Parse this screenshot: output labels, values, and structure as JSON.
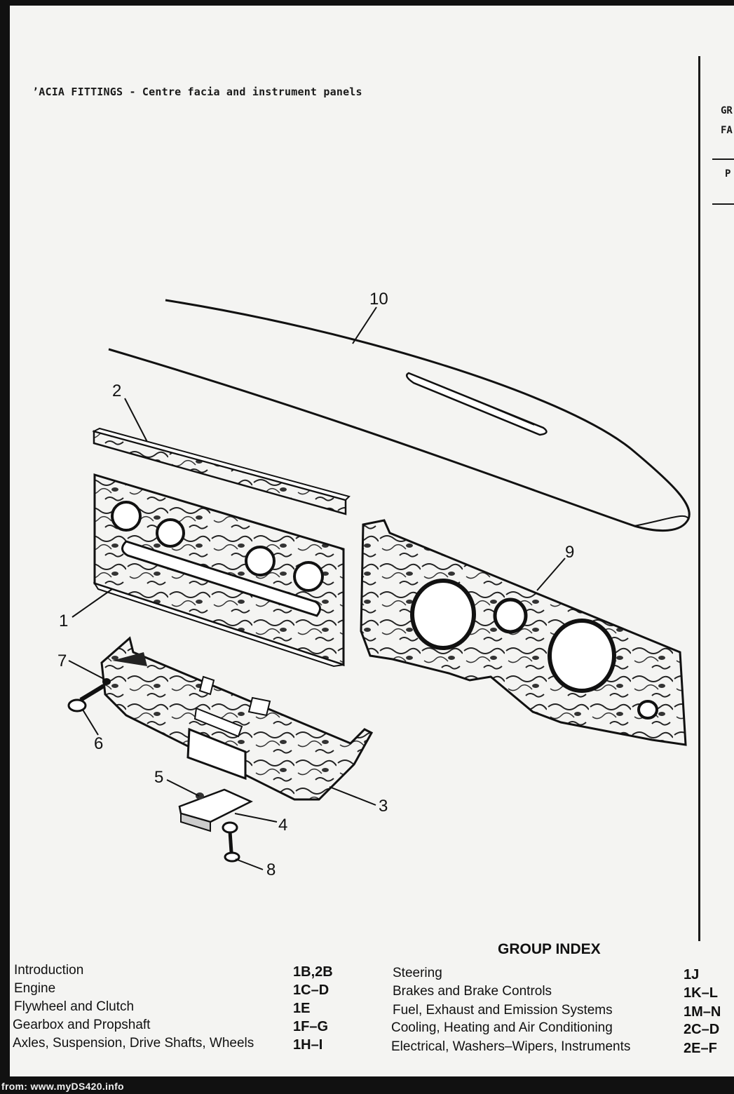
{
  "header": {
    "title": "’ACIA FITTINGS - Centre facia and instrument panels"
  },
  "right_fragments": {
    "line1": "GR",
    "line2": "FA",
    "line3": "P"
  },
  "callouts": {
    "c1": "1",
    "c2": "2",
    "c3": "3",
    "c4": "4",
    "c5": "5",
    "c6": "6",
    "c7": "7",
    "c8": "8",
    "c9": "9",
    "c10": "10"
  },
  "group_index": {
    "title": "GROUP INDEX",
    "left": [
      {
        "label": "Introduction",
        "code": "1B,2B"
      },
      {
        "label": "Engine",
        "code": "1C–D"
      },
      {
        "label": "Flywheel and Clutch",
        "code": "1E"
      },
      {
        "label": "Gearbox and Propshaft",
        "code": "1F–G"
      },
      {
        "label": "Axles, Suspension, Drive Shafts, Wheels",
        "code": "1H–I"
      }
    ],
    "right": [
      {
        "label": "Steering",
        "code": "1J"
      },
      {
        "label": "Brakes and Brake Controls",
        "code": "1K–L"
      },
      {
        "label": "Fuel, Exhaust and Emission Systems",
        "code": "1M–N"
      },
      {
        "label": "Cooling, Heating and Air Conditioning",
        "code": "2C–D"
      },
      {
        "label": "Electrical, Washers–Wipers, Instruments",
        "code": "2E–F"
      }
    ]
  },
  "footer": {
    "text": "from: www.myDS420.info"
  }
}
